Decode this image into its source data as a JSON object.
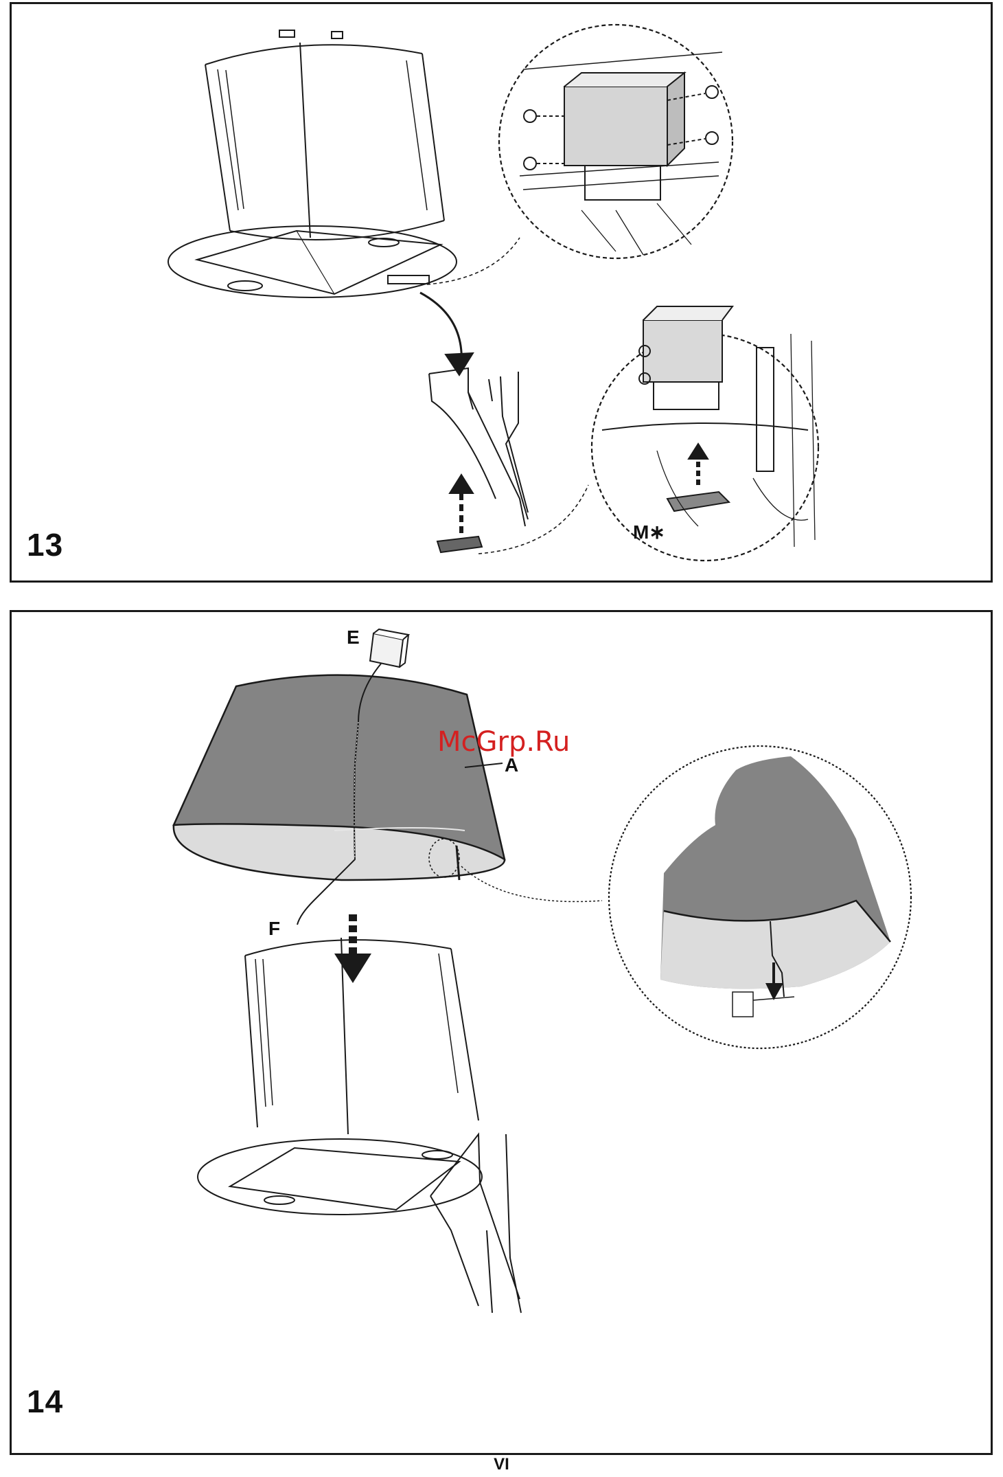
{
  "figures": [
    {
      "step": "13",
      "labels": {
        "part_m": "M∗"
      }
    },
    {
      "step": "14",
      "labels": {
        "part_e": "E",
        "part_a": "A",
        "part_f": "F"
      },
      "watermark": "McGrp.Ru"
    }
  ],
  "page_number": "VI"
}
